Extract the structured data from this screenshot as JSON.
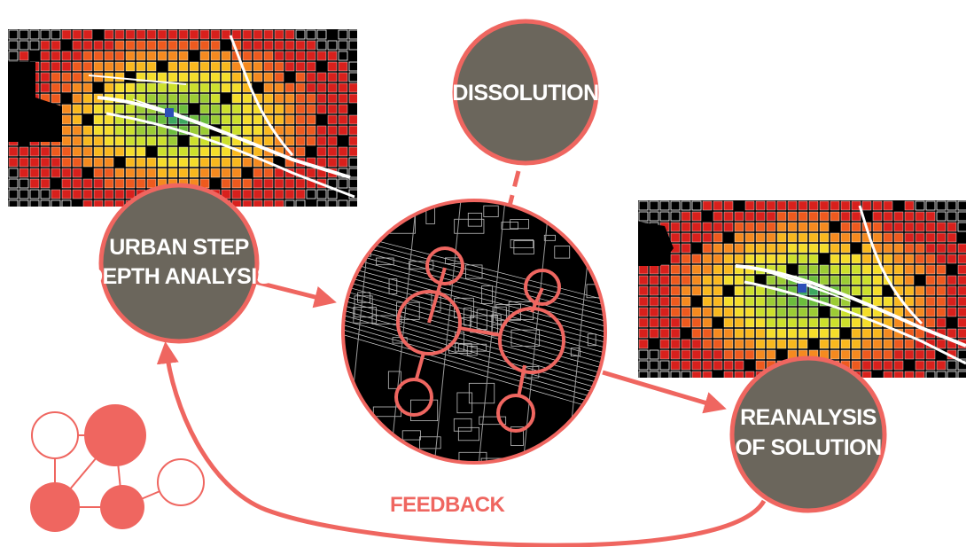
{
  "nodes": {
    "dissolution": "DISSOLUTION",
    "analysis": [
      "URBAN STEP",
      "DEPTH ANALYSIS"
    ],
    "reanalysis": [
      "REANALYSIS",
      "OF SOLUTION"
    ]
  },
  "feedback_label": "FEEDBACK",
  "colors": {
    "accent": "#ef6660",
    "node_fill": "#6b665c",
    "map_background": "#000000",
    "heat_scale": [
      "#d8201c",
      "#ee5a1e",
      "#f58a1f",
      "#f9b81e",
      "#f5dd2a",
      "#cde02c",
      "#9ccc35",
      "#6cbd3d",
      "#3ea860",
      "#2e8fb0",
      "#2d4fb7"
    ]
  }
}
